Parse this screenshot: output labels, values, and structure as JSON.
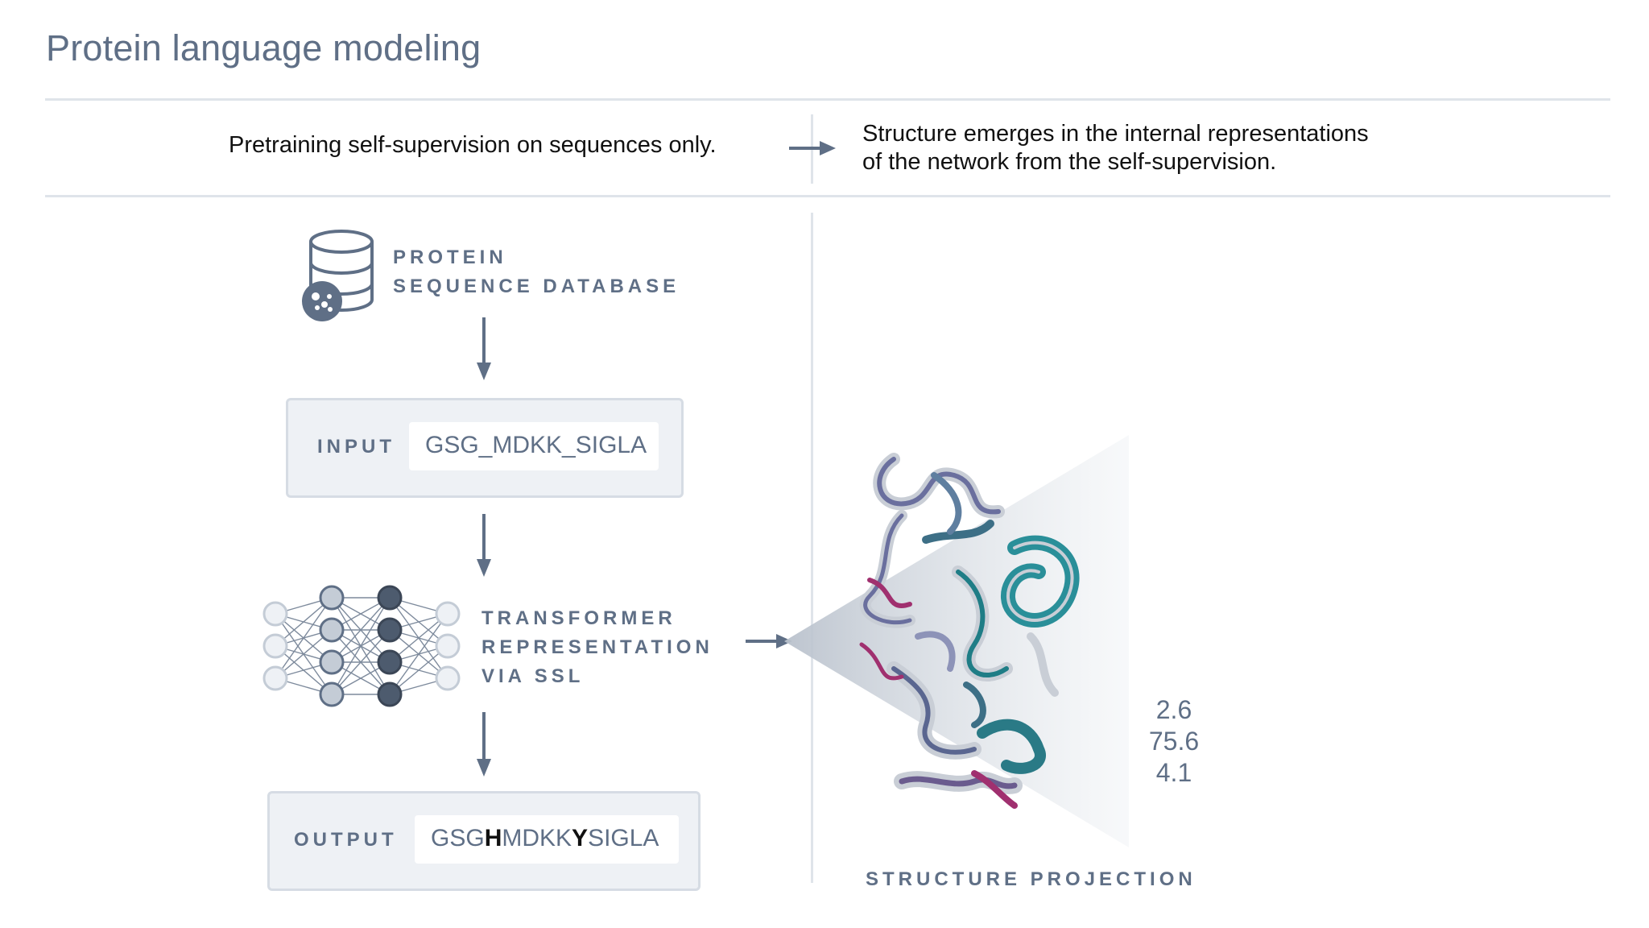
{
  "title": "Protein language modeling",
  "header": {
    "left_text": "Pretraining self-supervision on sequences only.",
    "right_text_line1": "Structure emerges in the internal representations",
    "right_text_line2": "of the network from the self-supervision."
  },
  "left_panel": {
    "database_label_line1": "PROTEIN",
    "database_label_line2": "SEQUENCE DATABASE",
    "input_label": "INPUT",
    "input_sequence": "GSG_MDKK_SIGLA",
    "transformer_label_line1": "TRANSFORMER",
    "transformer_label_line2": "REPRESENTATION",
    "transformer_label_line3": "VIA SSL",
    "output_label": "OUTPUT",
    "output_seq_part1": "GSG",
    "output_seq_highlight1": "H",
    "output_seq_part2": "MDKK",
    "output_seq_highlight2": "Y",
    "output_seq_part3": "SIGLA"
  },
  "right_panel": {
    "value_1": "2.6",
    "value_2": "75.6",
    "value_3": "4.1",
    "projection_label": "STRUCTURE PROJECTION"
  },
  "colors": {
    "accent": "#5f6f86",
    "node_dark": "#4d5b6e",
    "node_mid": "#c4ccd6",
    "node_light": "#e8ecf0",
    "helix_teal": "#1f7d86",
    "helix_purple": "#6a6f9e",
    "helix_magenta": "#a0306f",
    "helix_grey": "#c9ced6"
  }
}
